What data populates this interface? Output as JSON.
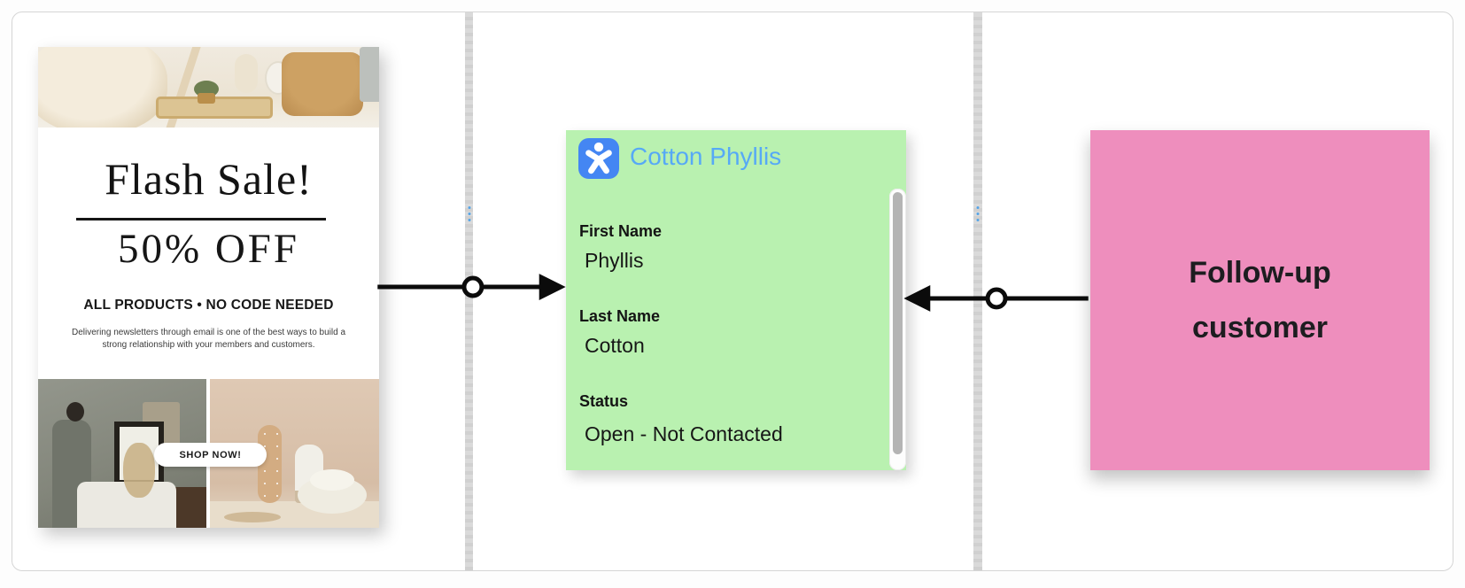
{
  "theme_colors": {
    "contact-bg": "#b9f1b0",
    "contact-title": "#56a9f6",
    "contact-icon-bg": "#4486f3",
    "note-bg": "#ee8ebd",
    "note-text": "#1d1d20",
    "handle-blue": "#55a4e8",
    "arrow": "#0b0b0b"
  },
  "email_card": {
    "headline": "Flash Sale!",
    "discount": "50% OFF",
    "tagline": "ALL PRODUCTS • NO CODE NEEDED",
    "description": "Delivering newsletters through email is one of the best ways to build a strong relationship with your members and customers.",
    "cta_label": "SHOP NOW!"
  },
  "contact_card": {
    "icon": "contact-star-person-icon",
    "title": "Cotton Phyllis",
    "fields": [
      {
        "label": "First Name",
        "value": "Phyllis"
      },
      {
        "label": "Last Name",
        "value": "Cotton"
      },
      {
        "label": "Status",
        "value": "Open - Not Contacted"
      }
    ]
  },
  "note_card": {
    "text": "Follow-up customer"
  },
  "connectors": [
    {
      "from": "email-preview-card",
      "to": "contact-card",
      "direction": "right"
    },
    {
      "from": "note-card",
      "to": "contact-card",
      "direction": "left"
    }
  ]
}
